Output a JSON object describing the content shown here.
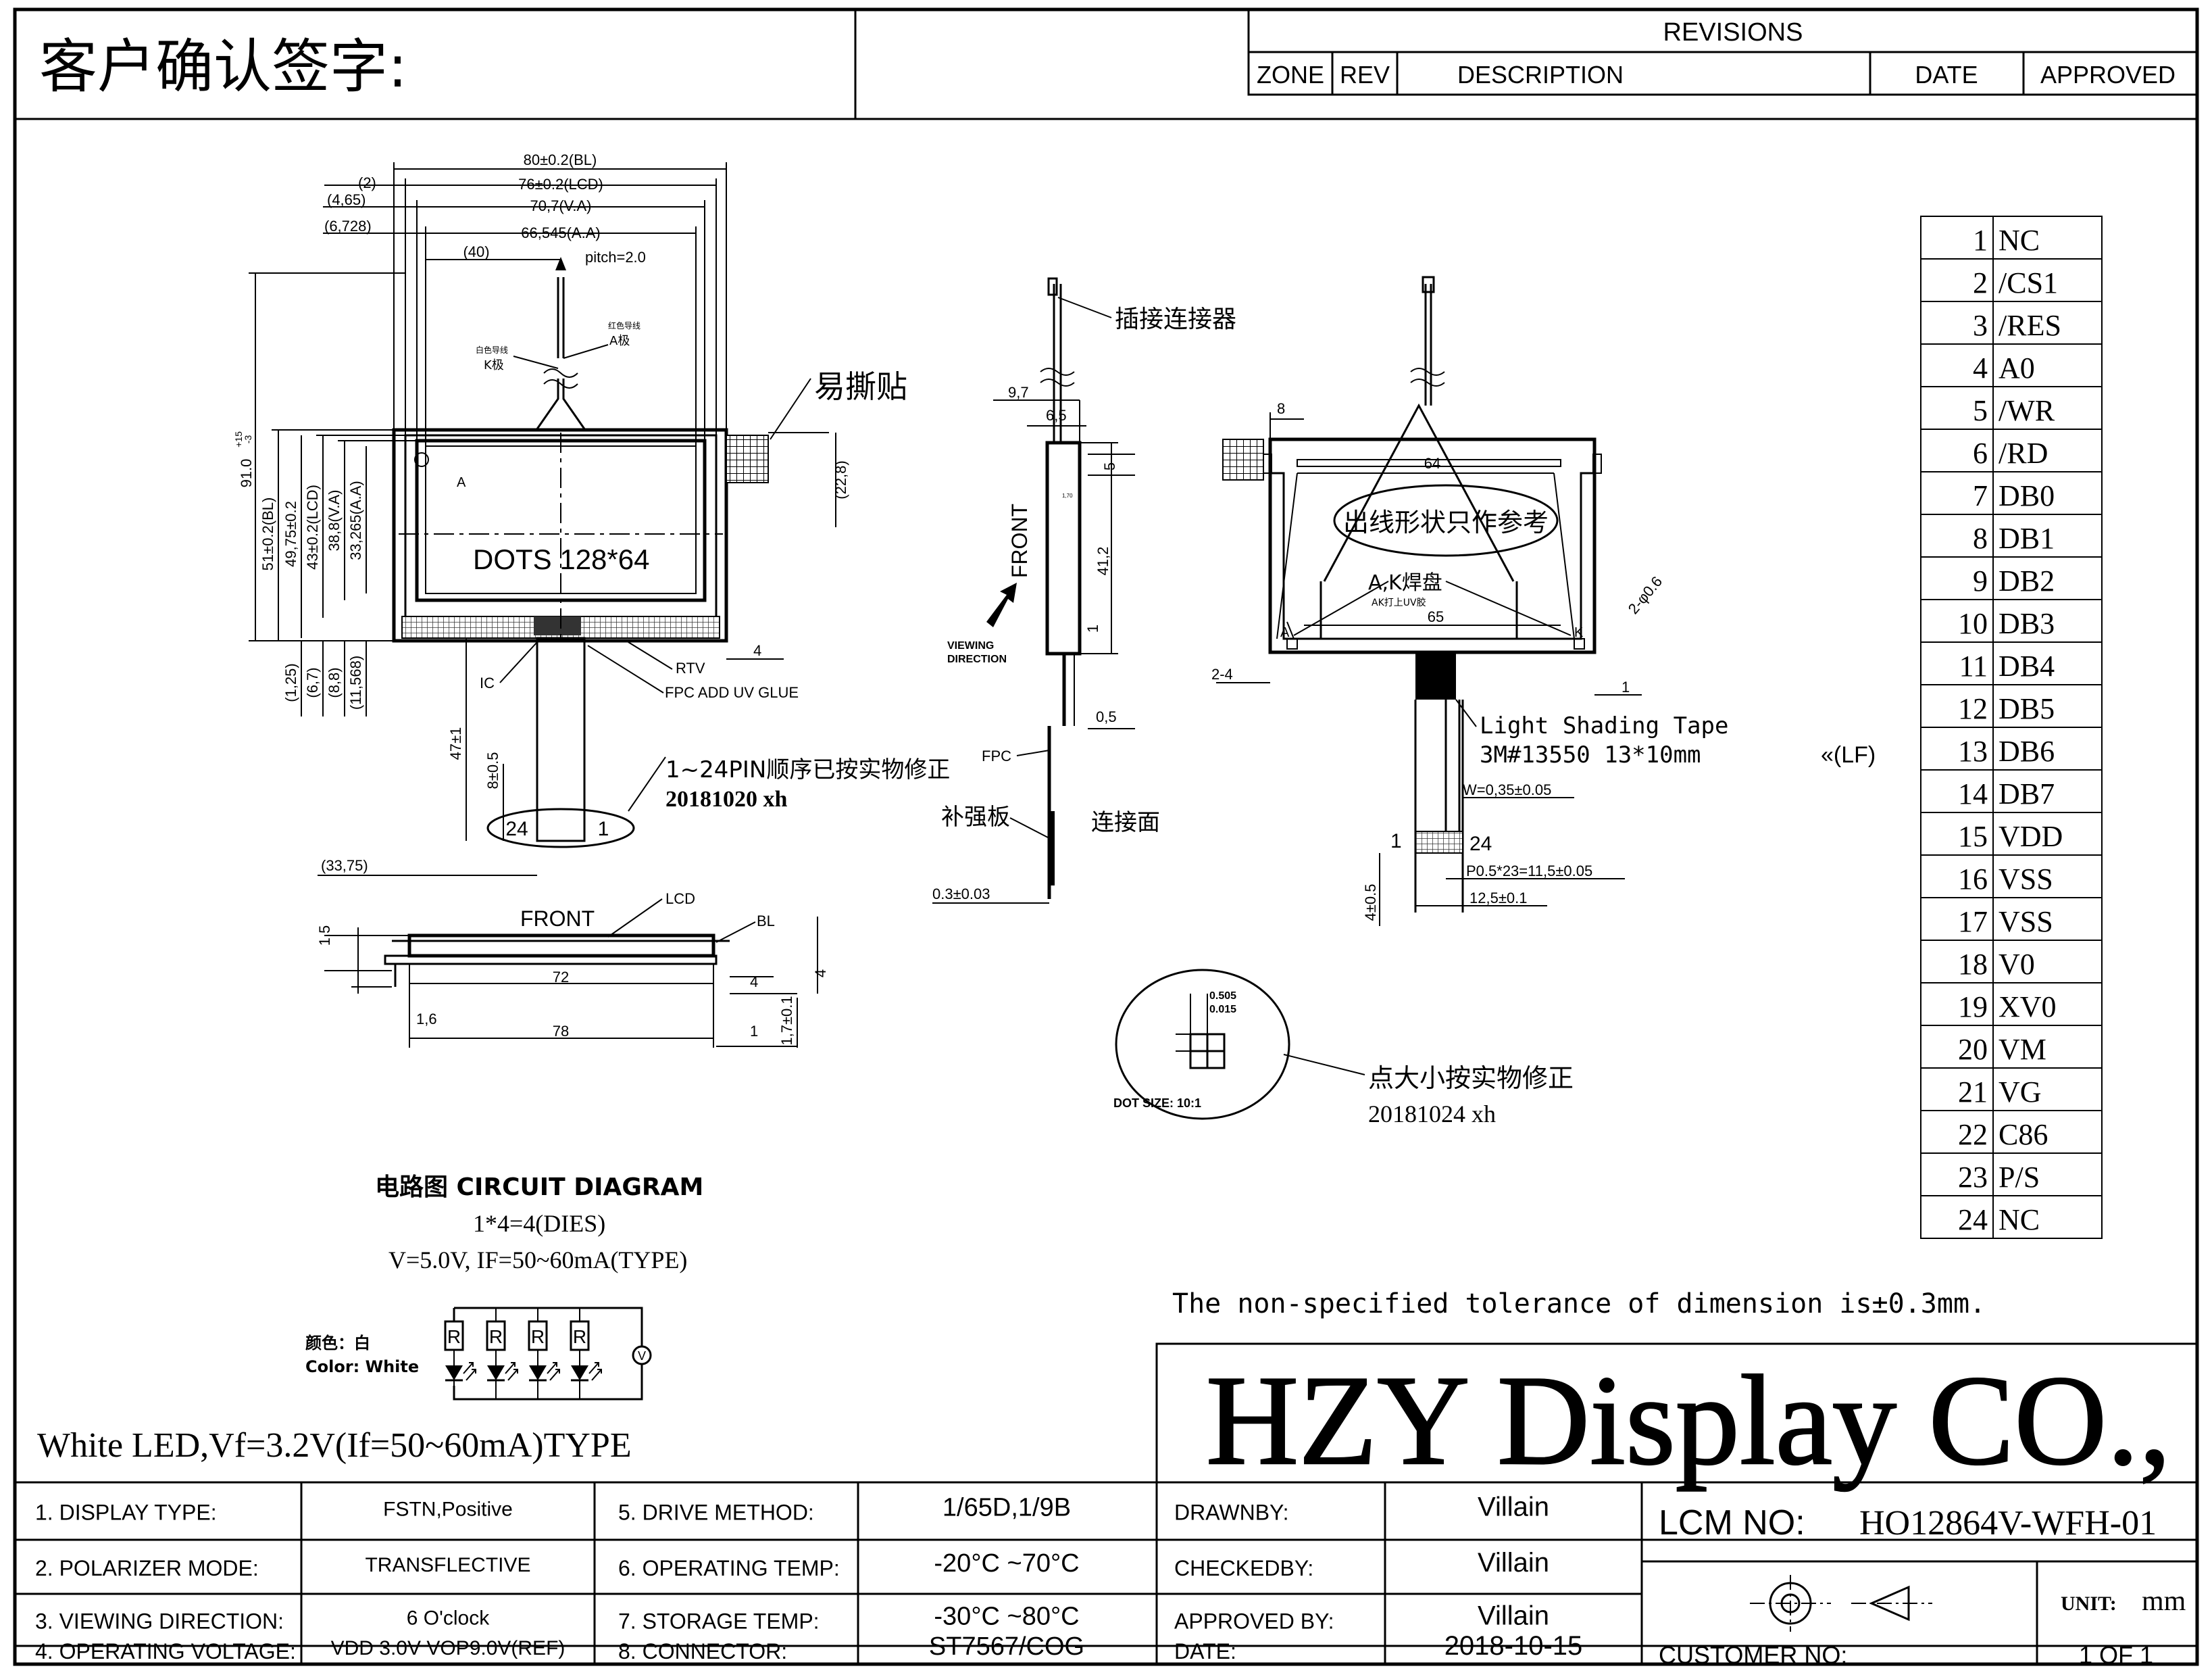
{
  "header": {
    "customer_sign": "客户确认签字:"
  },
  "revisions": {
    "title": "REVISIONS",
    "columns": [
      "ZONE",
      "REV",
      "DESCRIPTION",
      "DATE",
      "APPROVED"
    ]
  },
  "front_view": {
    "dims": {
      "bl_width": "80±0.2(BL)",
      "two": "(2)",
      "lcd_width": "76±0.2(LCD)",
      "d465": "(4,65)",
      "va_width": "70,7(V.A)",
      "d6728": "(6,728)",
      "aa_width": "66,545(A.A)",
      "d40": "(40)",
      "pitch": "pitch=2.0",
      "height_total": "91.0",
      "height_tol_plus": "+15",
      "height_tol_minus": "-3",
      "bl_height": "51±0.2(BL)",
      "d4975": "49,75±0.2",
      "lcd_height": "43±0.2(LCD)",
      "va_height": "38,8(V.A)",
      "aa_height": "33,265(A.A)",
      "d228": "(22,8)",
      "d125": "(1,25)",
      "d67": "(6,7)",
      "d88": "(8,8)",
      "d11568": "(11,568)",
      "d3375": "(33,75)",
      "fpc_len": "47±1",
      "fpc_end": "8±0.5",
      "four": "4"
    },
    "labels": {
      "dots": "DOTS  128*64",
      "a_mark": "A",
      "rtv": "RTV",
      "ic": "IC",
      "fpc_glue": "FPC ADD UV GLUE",
      "easy_peel": "易撕贴",
      "red_wire": "红色导线",
      "red_wire_pole": "A极",
      "white_wire": "白色导线",
      "white_wire_pole": "K极",
      "pin_start": "24",
      "pin_end": "1",
      "pin_note": "1~24PIN顺序已按实物修正",
      "pin_note_date": "20181020    xh"
    }
  },
  "bottom_view": {
    "front": "FRONT",
    "lcd": "LCD",
    "bl": "BL",
    "d15": "1.5",
    "d72": "72",
    "d4": "4",
    "d4b": "4",
    "d16": "1,6",
    "d78": "78",
    "d1": "1",
    "d17": "1,7±0.1"
  },
  "side_view": {
    "connector": "插接连接器",
    "d97": "9,7",
    "d65": "6,5",
    "d5": "5",
    "front": "FRONT",
    "d412": "41,2",
    "d1": "1",
    "viewing": "VIEWING",
    "direction": "DIRECTION",
    "fpc": "FPC",
    "d05": "0,5",
    "stiffener": "补强板",
    "connect_face": "连接面",
    "d03": "0.3±0.03",
    "small": "1,70"
  },
  "back_view": {
    "d8": "8",
    "d64": "64",
    "outline_note": "出线形状只作参考",
    "ak_pad": "A,K焊盘",
    "ak_uv": "AK打上UV胶",
    "d65": "65",
    "a": "A",
    "k": "K",
    "holes": "2-φ0.6",
    "d24": "2-4",
    "d1": "1",
    "tape1": "Light Shading Tape",
    "tape2": "3M#13550  13*10mm",
    "tape_lf": "«(LF)",
    "w": "W=0,35±0.05",
    "pin1": "1",
    "pin24": "24",
    "pitch": "P0.5*23=11,5±0.05",
    "width": "12,5±0.1",
    "d4": "4±0.5"
  },
  "dot_size": {
    "d505": "0.505",
    "d015": "0.015",
    "label": "DOT SIZE:  10:1",
    "note": "点大小按实物修正",
    "note_date": "20181024    xh"
  },
  "circuit": {
    "title": "电路图 CIRCUIT DIAGRAM",
    "dies": "1*4=4(DIES)",
    "voltage": "V=5.0V, IF=50~60mA(TYPE)",
    "color_cn": "颜色：白",
    "color_en": "Color: White",
    "resistor": "R",
    "v": "V"
  },
  "led_type": "White LED,Vf=3.2V(If=50~60mA)TYPE",
  "tolerance_note": "The non-specified tolerance of dimension is±0.3mm.",
  "company": "HZY Display CO.,",
  "pinout": [
    {
      "num": "1",
      "name": "NC"
    },
    {
      "num": "2",
      "name": "/CS1"
    },
    {
      "num": "3",
      "name": "/RES"
    },
    {
      "num": "4",
      "name": "A0"
    },
    {
      "num": "5",
      "name": "/WR"
    },
    {
      "num": "6",
      "name": "/RD"
    },
    {
      "num": "7",
      "name": "DB0"
    },
    {
      "num": "8",
      "name": "DB1"
    },
    {
      "num": "9",
      "name": "DB2"
    },
    {
      "num": "10",
      "name": "DB3"
    },
    {
      "num": "11",
      "name": "DB4"
    },
    {
      "num": "12",
      "name": "DB5"
    },
    {
      "num": "13",
      "name": "DB6"
    },
    {
      "num": "14",
      "name": "DB7"
    },
    {
      "num": "15",
      "name": "VDD"
    },
    {
      "num": "16",
      "name": "VSS"
    },
    {
      "num": "17",
      "name": "VSS"
    },
    {
      "num": "18",
      "name": "V0"
    },
    {
      "num": "19",
      "name": "XV0"
    },
    {
      "num": "20",
      "name": "VM"
    },
    {
      "num": "21",
      "name": "VG"
    },
    {
      "num": "22",
      "name": "C86"
    },
    {
      "num": "23",
      "name": "P/S"
    },
    {
      "num": "24",
      "name": "NC"
    }
  ],
  "specs": [
    {
      "label": "1. DISPLAY TYPE:",
      "value": "FSTN,Positive"
    },
    {
      "label": "2. POLARIZER MODE:",
      "value": "TRANSFLECTIVE"
    },
    {
      "label": "3. VIEWING DIRECTION:",
      "value": "6  O'clock"
    },
    {
      "label": "4. OPERATING VOLTAGE:",
      "value": "VDD  3.0V   VOP9.0V(REF)"
    },
    {
      "label": "5. DRIVE METHOD:",
      "value": "1/65D,1/9B"
    },
    {
      "label": "6. OPERATING TEMP:",
      "value": "-20°C  ~70°C"
    },
    {
      "label": "7. STORAGE TEMP:",
      "value": "-30°C  ~80°C"
    },
    {
      "label": "8. CONNECTOR:",
      "value": "ST7567/COG"
    }
  ],
  "approvals": [
    {
      "label": "DRAWNBY:",
      "value": "Villain"
    },
    {
      "label": "CHECKEDBY:",
      "value": "Villain"
    },
    {
      "label": "APPROVED BY:",
      "value": "Villain"
    },
    {
      "label": "DATE:",
      "value": "2018-10-15"
    }
  ],
  "title_block": {
    "lcm_label": "LCM  NO:",
    "lcm_no": "HO12864V-WFH-01",
    "unit_label": "UNIT:",
    "unit_value": "mm",
    "customer_label": "CUSTOMER  NO:",
    "sheet": "1 OF 1"
  }
}
